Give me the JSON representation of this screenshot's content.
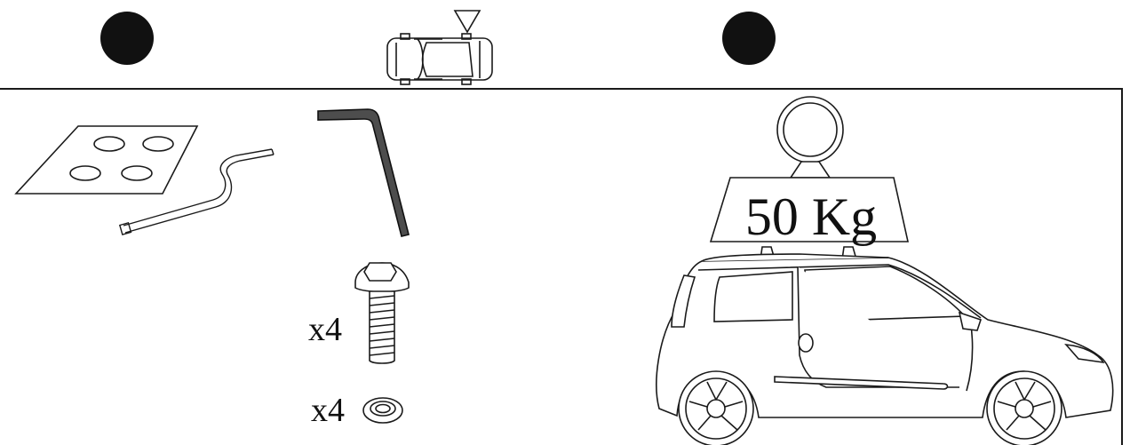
{
  "colors": {
    "ink": "#1a1a1a",
    "background": "#ffffff",
    "step_marker": "#111111"
  },
  "header": {
    "step_markers": [
      "black-circle",
      "black-circle"
    ],
    "orientation_icon": "car-top-view-with-arrow-icon"
  },
  "contents": {
    "items": [
      {
        "name": "foam-pad-sheet",
        "icon": "pad-sheet-icon"
      },
      {
        "name": "measuring-rod",
        "icon": "rod-icon"
      },
      {
        "name": "allen-key",
        "icon": "allen-key-icon"
      },
      {
        "name": "bolt",
        "icon": "bolt-icon",
        "quantity": "x4"
      },
      {
        "name": "washer",
        "icon": "washer-icon",
        "quantity": "x4"
      }
    ],
    "bolt_qty": "x4",
    "washer_qty": "x4"
  },
  "load": {
    "label": "50 Kg",
    "icons": [
      "weight-icon",
      "hatchback-car-icon"
    ]
  }
}
